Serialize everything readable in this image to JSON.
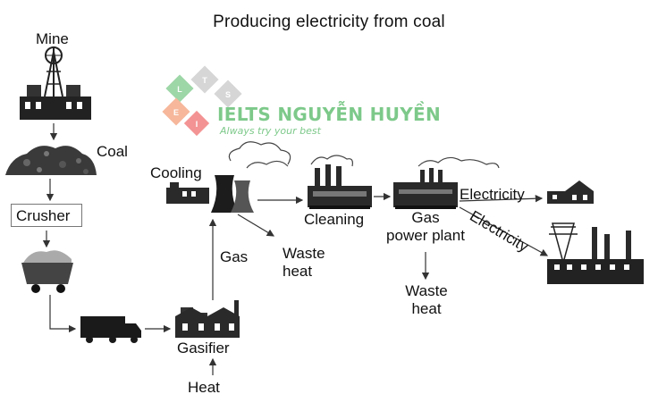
{
  "title": "Producing electricity from coal",
  "labels": {
    "mine": "Mine",
    "coal": "Coal",
    "crusher": "Crusher",
    "cooling": "Cooling",
    "cleaning": "Cleaning",
    "gas_power_plant_line1": "Gas",
    "gas_power_plant_line2": "power plant",
    "electricity_to_homes": "Electricity",
    "electricity_to_industry": "Electricity",
    "waste_heat_cooling_line1": "Waste",
    "waste_heat_cooling_line2": "heat",
    "waste_heat_plant_line1": "Waste",
    "waste_heat_plant_line2": "heat",
    "gas": "Gas",
    "gasifier": "Gasifier",
    "heat": "Heat"
  },
  "watermark": {
    "brand": "IELTS NGUYỄN HUYỀN",
    "slogan": "Always try your best",
    "logo_letters": [
      "L",
      "T",
      "S",
      "E",
      "I"
    ],
    "color": "#7dc98a"
  },
  "icons": [
    "mine-icon",
    "coal-pile-icon",
    "coal-cart-icon",
    "truck-icon",
    "gasifier-plant-icon",
    "cooling-tower-icon",
    "cleaning-plant-icon",
    "gas-power-plant-icon",
    "house-icon",
    "industry-icon"
  ]
}
